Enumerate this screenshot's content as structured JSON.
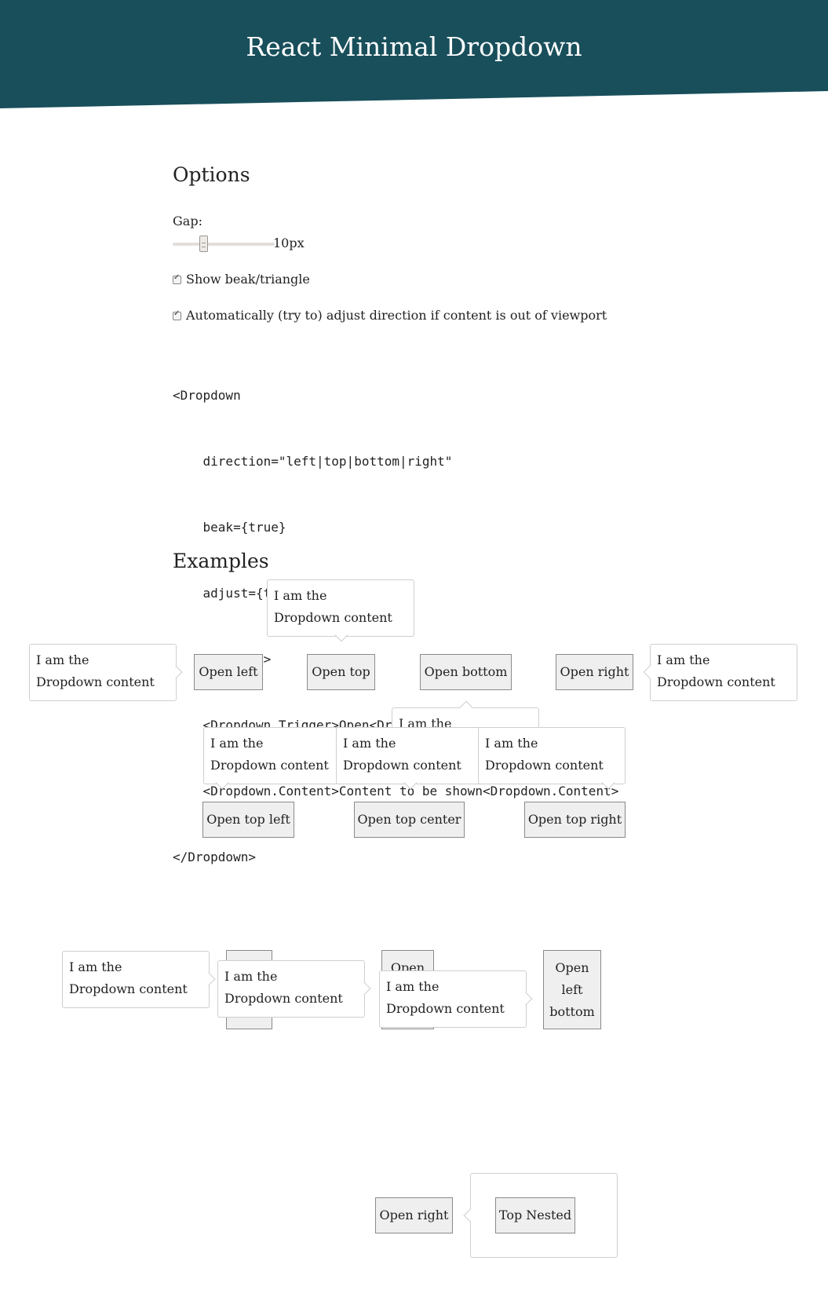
{
  "header": {
    "title": "React Minimal Dropdown"
  },
  "options": {
    "heading": "Options",
    "gap_label": "Gap:",
    "gap_value": "10px",
    "gap_slider_fraction": 0.3,
    "beak_label": "Show beak/triangle",
    "beak_checked": true,
    "adjust_label": "Automatically (try to) adjust direction if content is out of viewport",
    "adjust_checked": true
  },
  "code": {
    "lines": [
      "<Dropdown",
      "    direction=\"left|top|bottom|right\"",
      "    beak={true}",
      "    adjust={true}",
      "    gap={10}>",
      "    <Dropdown.Trigger>Open<Dropdown.Trigger>",
      "    <Dropdown.Content>Content to be shown<Dropdown.Content>",
      "</Dropdown>"
    ]
  },
  "examples": {
    "heading": "Examples",
    "content_line1": "I am the",
    "content_line2": "Dropdown content",
    "buttons": {
      "open_left": "Open left",
      "open_top": "Open top",
      "open_bottom": "Open bottom",
      "open_right": "Open right",
      "open_top_left": "Open top left",
      "open_top_center": "Open top center",
      "open_top_right": "Open top right",
      "open_partial": "Open",
      "open_left_bottom_1": "Open",
      "open_left_bottom_2": "left",
      "open_left_bottom_3": "bottom",
      "open_right_nested": "Open right",
      "top_nested": "Top Nested"
    }
  }
}
